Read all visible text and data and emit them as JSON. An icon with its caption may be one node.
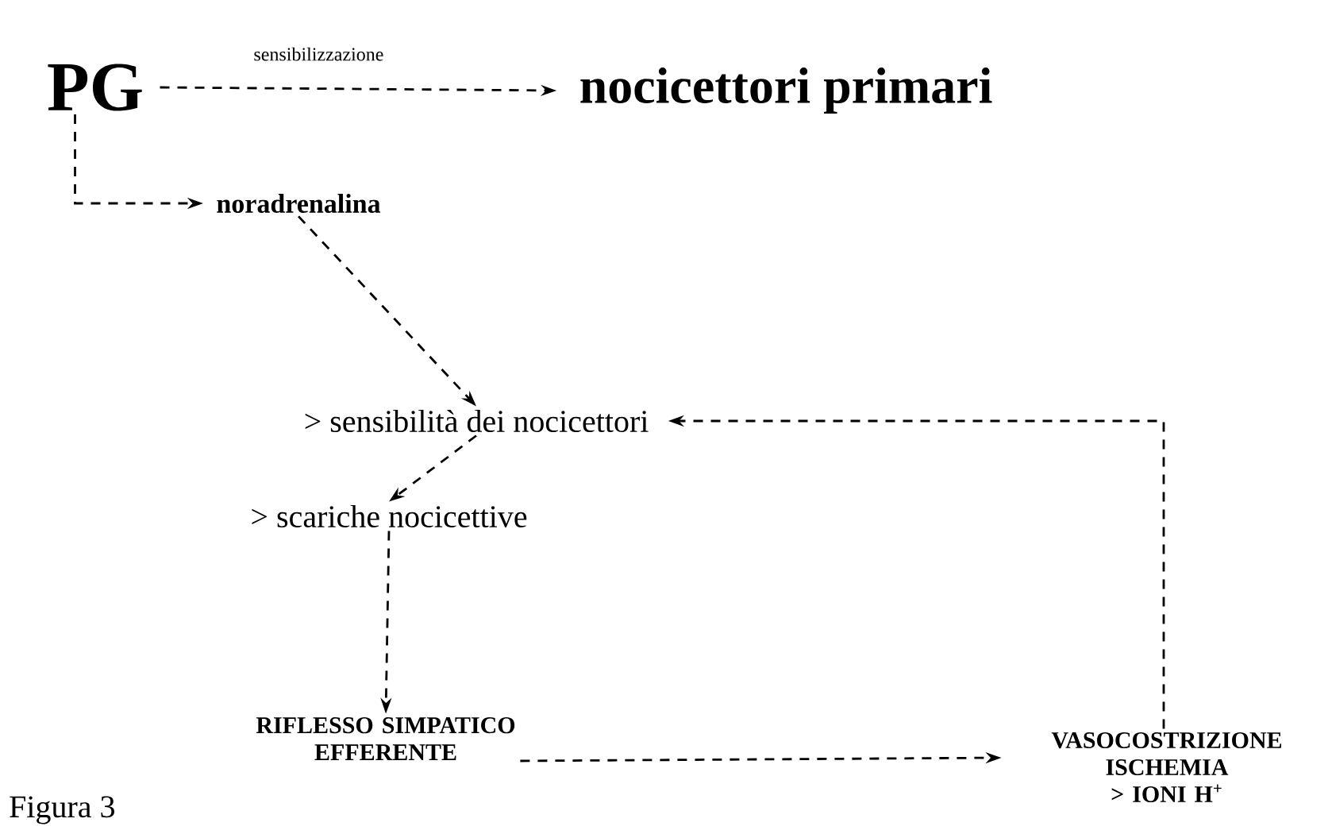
{
  "diagram": {
    "nodes": [
      {
        "text": [
          "PG"
        ]
      },
      {
        "text": [
          "nocicettori primari"
        ]
      },
      {
        "text": [
          "noradrenalina"
        ]
      },
      {
        "text": [
          "> sensibilità dei nocicettori"
        ]
      },
      {
        "text": [
          "> scariche nocicettive"
        ]
      },
      {
        "text": [
          "RIFLESSO SIMPATICO EFFERENTE"
        ]
      },
      {
        "text": [
          "VASOCOSTRIZIONE",
          "ISCHEMIA",
          "> IONI H$^{+}$"
        ]
      }
    ],
    "edges": [
      {
        "from": 0,
        "to": 1,
        "arrow": "to",
        "style": "dashed",
        "label": "sensibilizzazione"
      },
      {
        "from": 0,
        "to": 2,
        "arrow": "to",
        "style": "dashed"
      },
      {
        "from": 2,
        "to": 3,
        "arrow": "to",
        "style": "dashed"
      },
      {
        "from": 3,
        "to": 4,
        "arrow": "to",
        "style": "dashed"
      },
      {
        "from": 4,
        "to": 5,
        "arrow": "to",
        "style": "dashed"
      },
      {
        "from": 5,
        "to": 6,
        "arrow": "to",
        "style": "dashed"
      },
      {
        "from": 6,
        "to": 3,
        "arrow": "to",
        "style": "dashed"
      }
    ],
    "labels": [
      "Figura 3"
    ]
  }
}
